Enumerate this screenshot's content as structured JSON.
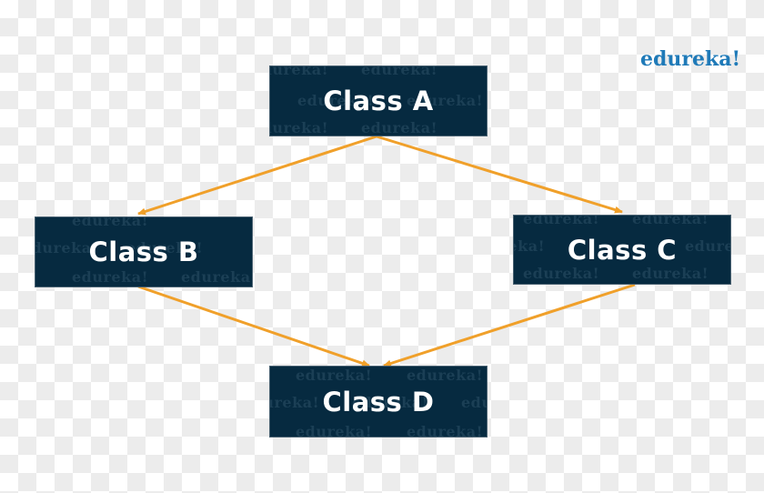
{
  "logo": {
    "text": "edureka!",
    "color": "#1f7ab8"
  },
  "watermark": "edureka!",
  "colors": {
    "box_fill": "#062a40",
    "arrow": "#f0a02a",
    "text": "#ffffff"
  },
  "nodes": [
    {
      "id": "A",
      "label": "Class A"
    },
    {
      "id": "B",
      "label": "Class B"
    },
    {
      "id": "C",
      "label": "Class C"
    },
    {
      "id": "D",
      "label": "Class D"
    }
  ],
  "edges": [
    {
      "from": "A",
      "to": "B"
    },
    {
      "from": "A",
      "to": "C"
    },
    {
      "from": "B",
      "to": "D"
    },
    {
      "from": "C",
      "to": "D"
    }
  ]
}
